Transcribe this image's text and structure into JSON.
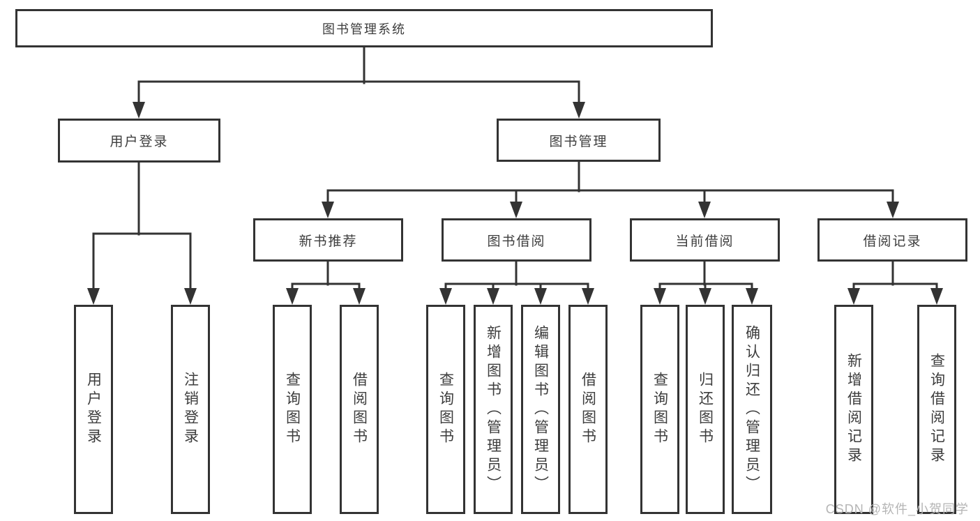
{
  "diagram_type": "hierarchy-tree",
  "colors": {
    "line": "#333333",
    "text": "#3d3d3d",
    "background": "#ffffff",
    "watermark": "#b5b5b5"
  },
  "tree": {
    "label": "图书管理系统",
    "children": [
      {
        "label": "用户登录",
        "children": [
          {
            "label": "用户登录"
          },
          {
            "label": "注销登录"
          }
        ]
      },
      {
        "label": "图书管理",
        "children": [
          {
            "label": "新书推荐",
            "children": [
              {
                "label": "查询图书"
              },
              {
                "label": "借阅图书"
              }
            ]
          },
          {
            "label": "图书借阅",
            "children": [
              {
                "label": "查询图书"
              },
              {
                "label": "新增图书（管理员）"
              },
              {
                "label": "编辑图书（管理员）"
              },
              {
                "label": "借阅图书"
              }
            ]
          },
          {
            "label": "当前借阅",
            "children": [
              {
                "label": "查询图书"
              },
              {
                "label": "归还图书"
              },
              {
                "label": "确认归还（管理员）"
              }
            ]
          },
          {
            "label": "借阅记录",
            "children": [
              {
                "label": "新增借阅记录"
              },
              {
                "label": "查询借阅记录"
              }
            ]
          }
        ]
      }
    ]
  },
  "watermark": "CSDN @软件_小贺同学"
}
